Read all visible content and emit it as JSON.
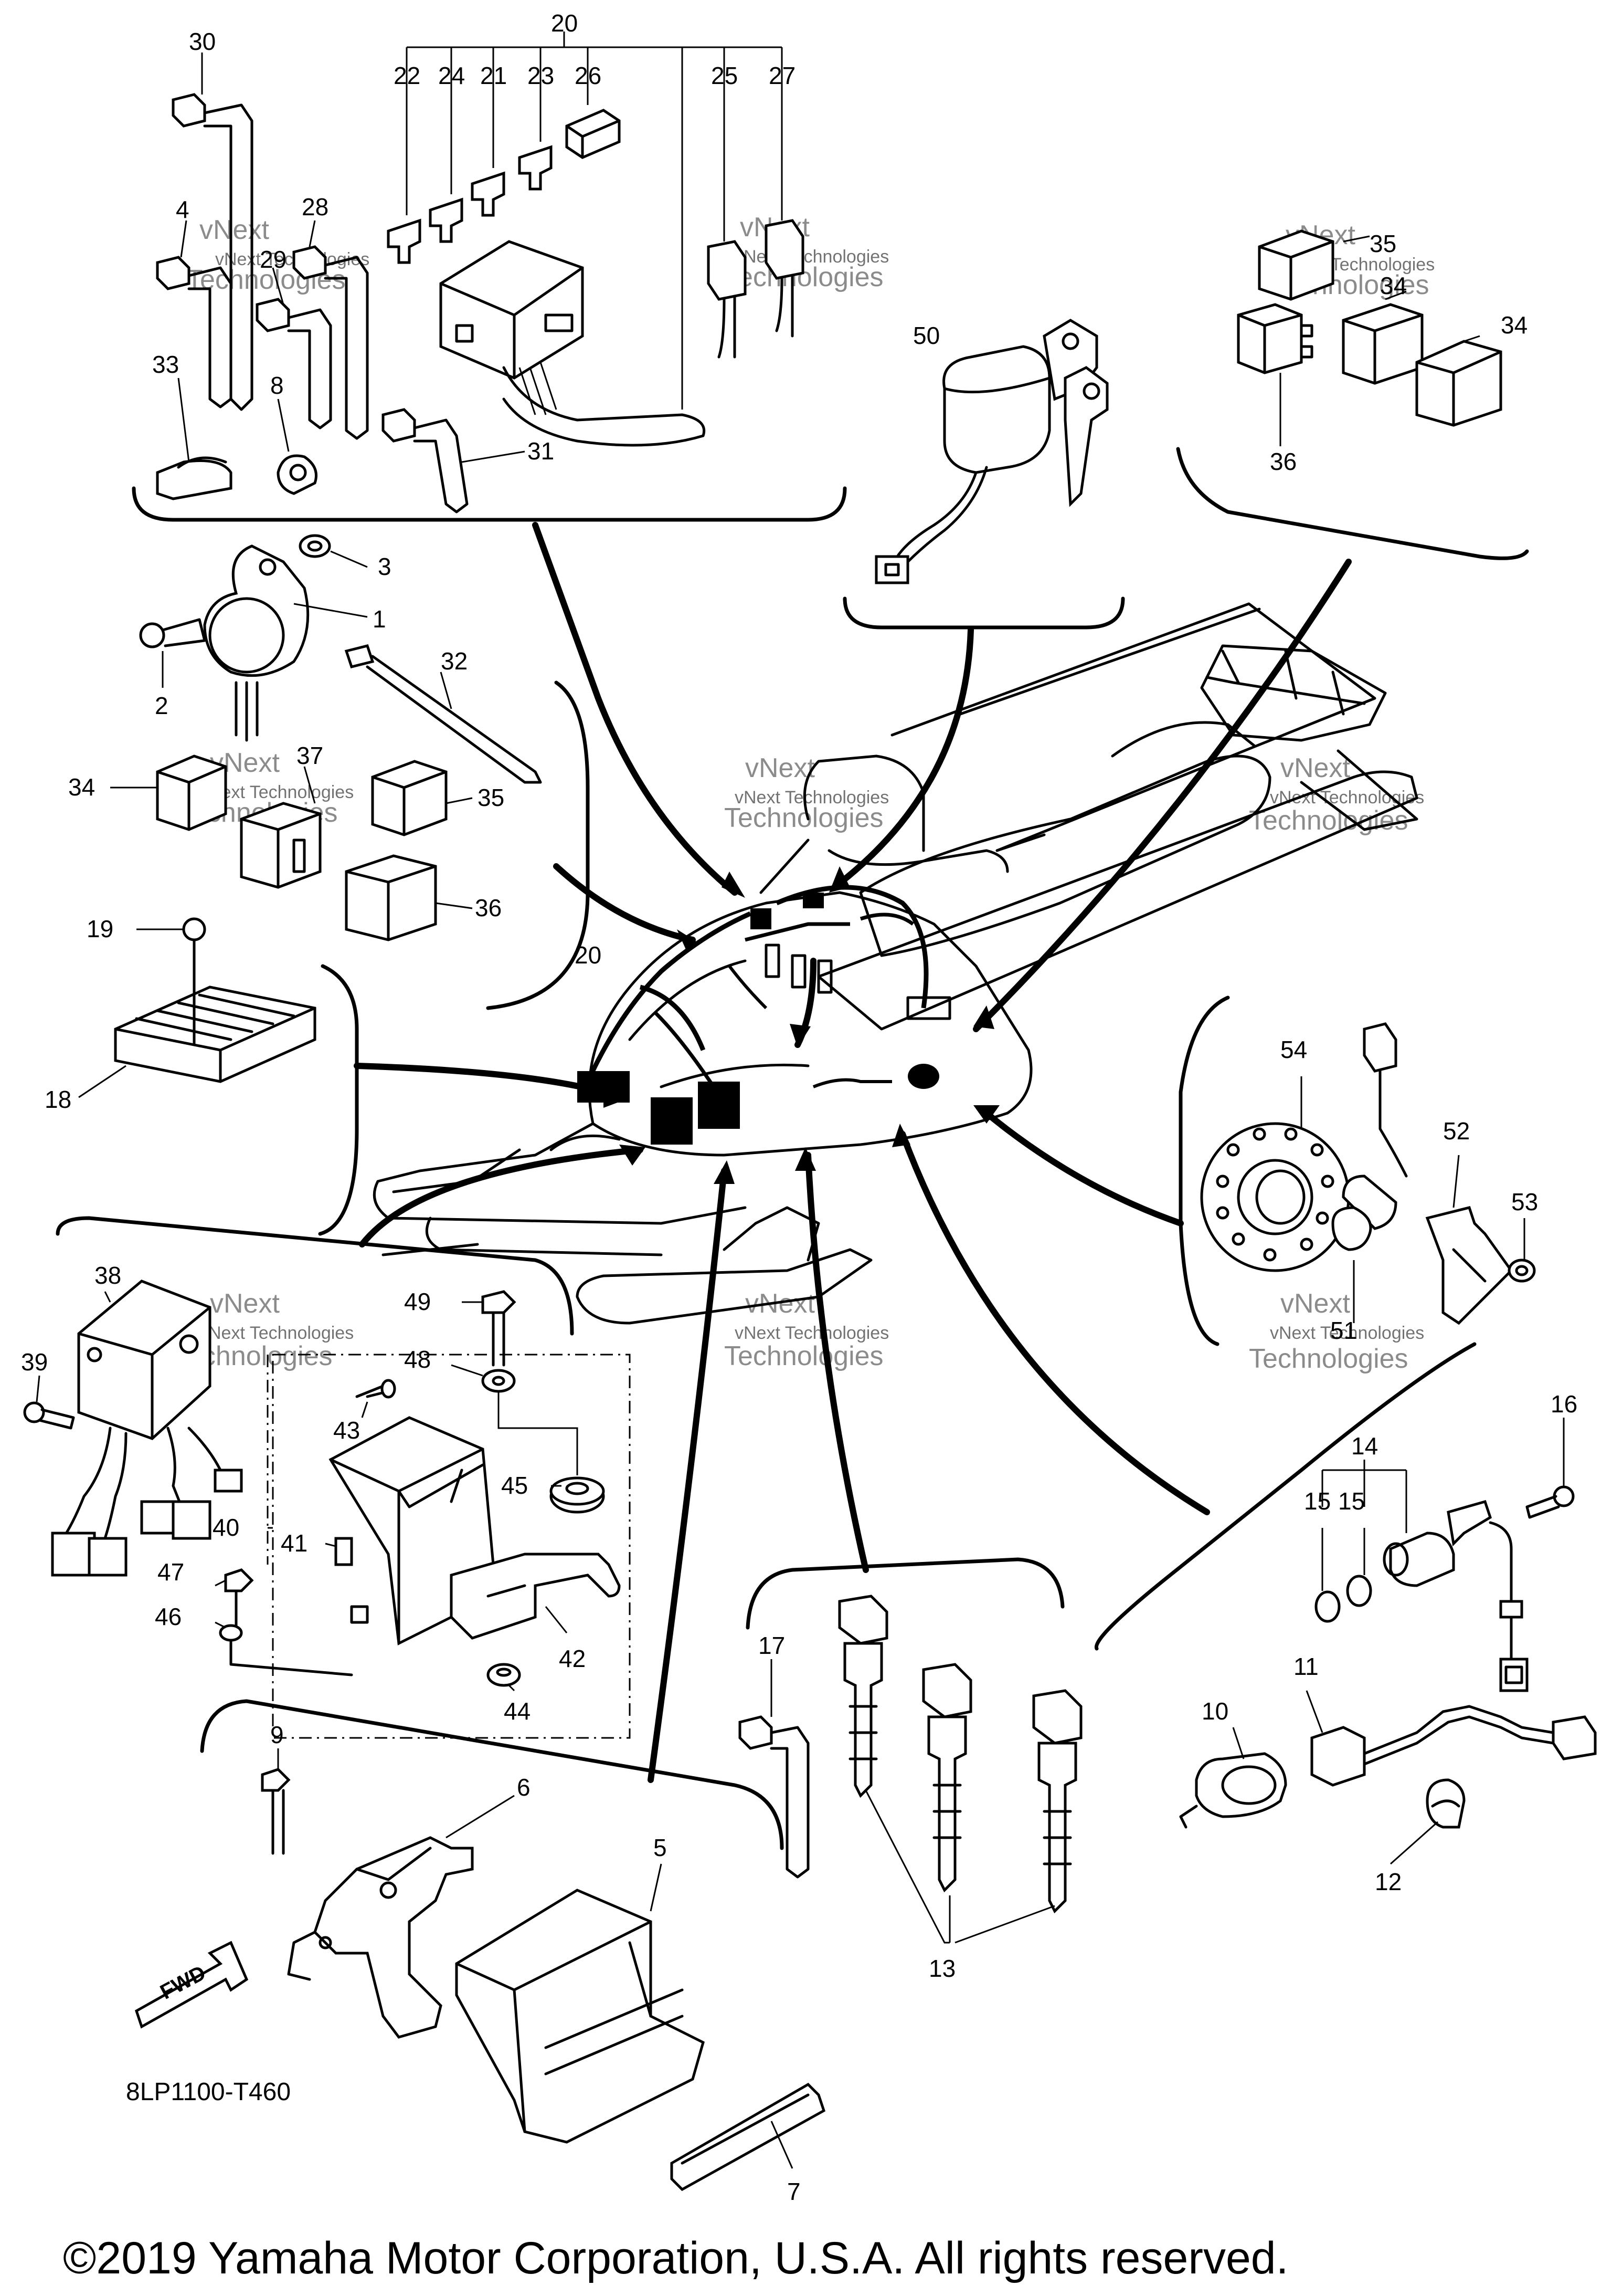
{
  "figure_code": "8LP1100-T460",
  "copyright": "©2019 Yamaha Motor Corporation, U.S.A. All rights reserved.",
  "direction_label": "FWD",
  "watermark": [
    "vNext Technologies",
    "vNext",
    "Technologies"
  ],
  "callouts": [
    "20",
    "22",
    "24",
    "21",
    "23",
    "26",
    "25",
    "27",
    "30",
    "4",
    "29",
    "28",
    "33",
    "8",
    "31",
    "3",
    "1",
    "2",
    "32",
    "34",
    "37",
    "35",
    "36",
    "19",
    "18",
    "50",
    "35",
    "34",
    "34",
    "36",
    "20",
    "54",
    "52",
    "53",
    "51",
    "38",
    "39",
    "49",
    "48",
    "43",
    "45",
    "41",
    "40",
    "47",
    "46",
    "42",
    "44",
    "16",
    "14",
    "15",
    "15",
    "11",
    "10",
    "12",
    "17",
    "13",
    "9",
    "6",
    "5",
    "7"
  ]
}
